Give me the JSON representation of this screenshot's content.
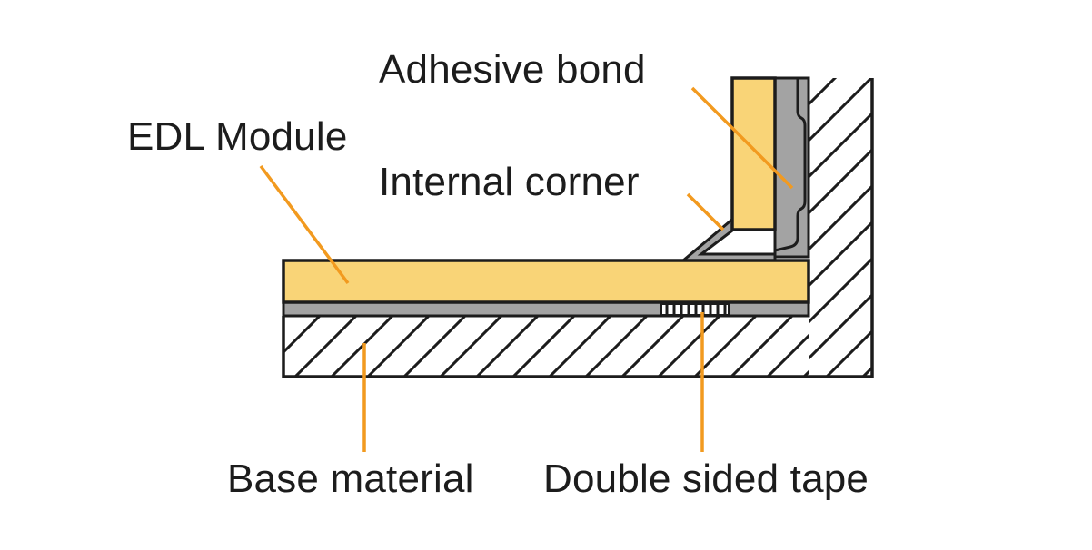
{
  "labels": {
    "adhesive_bond": "Adhesive bond",
    "edl_module": "EDL Module",
    "internal_corner": "Internal corner",
    "base_material": "Base material",
    "double_sided_tape": "Double sided tape"
  },
  "colors": {
    "module_fill": "#f9d477",
    "bond_fill": "#a3a3a3",
    "outline": "#1c1c1c",
    "leader_line": "#f29a1f",
    "hatch": "#1c1c1c",
    "background": "#ffffff"
  }
}
